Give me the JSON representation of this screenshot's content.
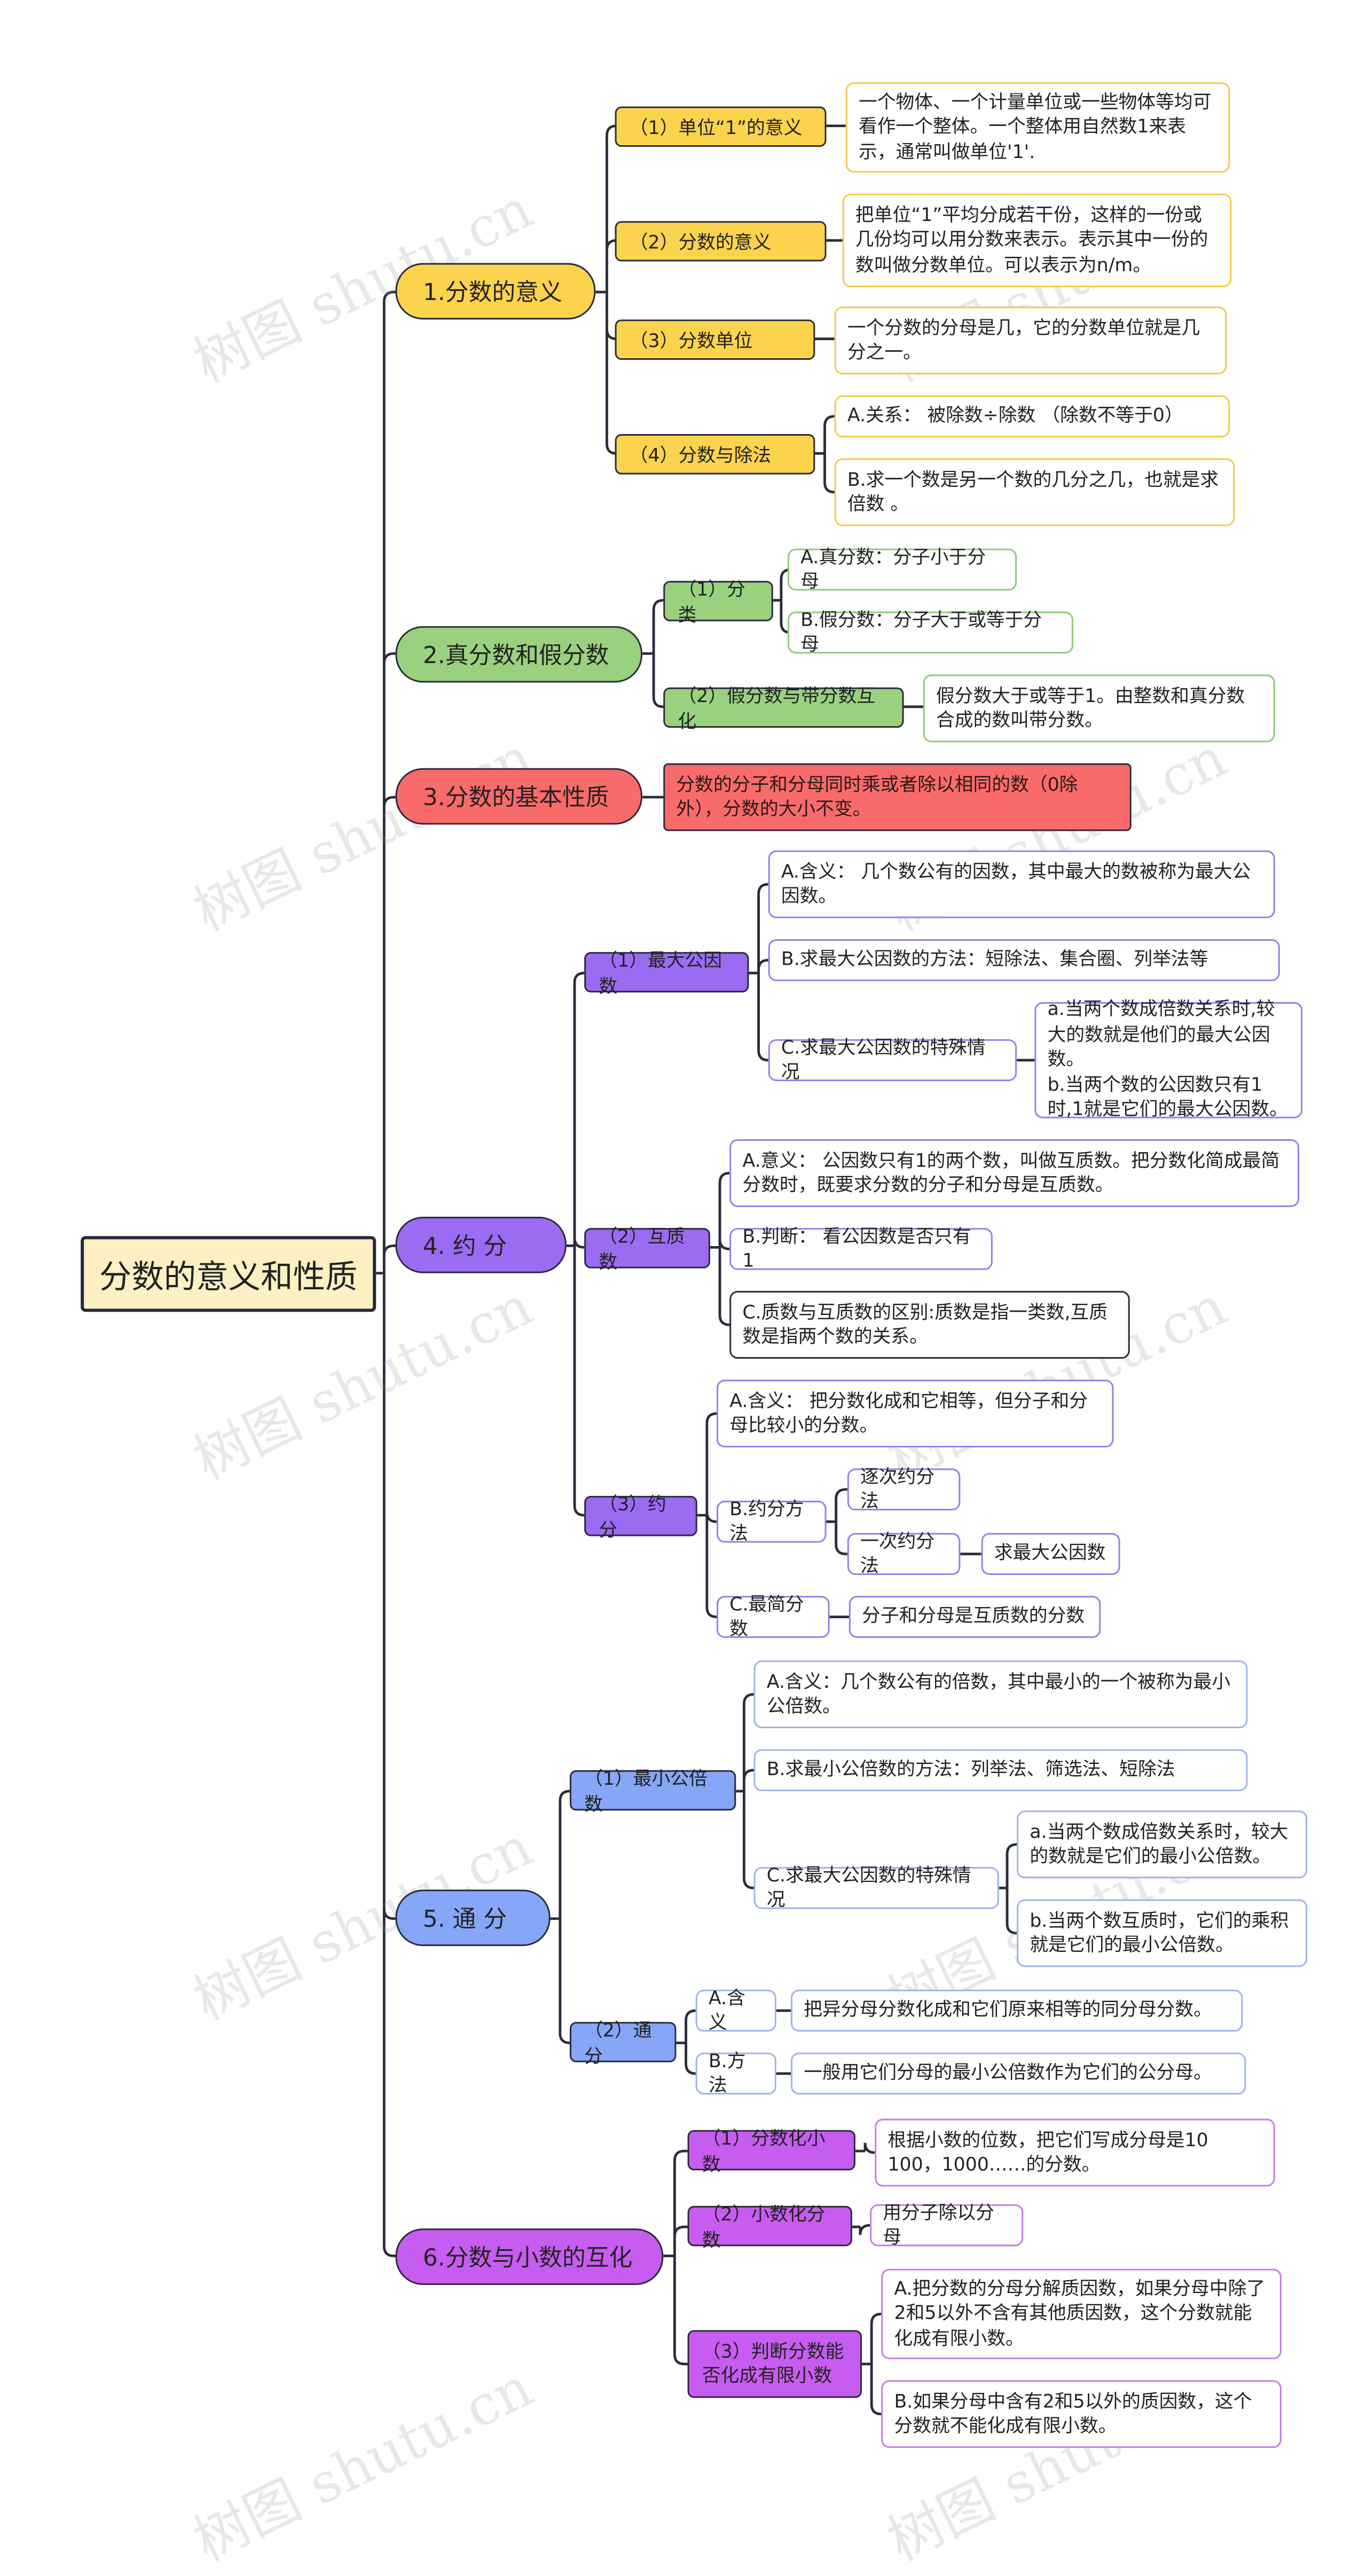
{
  "root": "分数的意义和性质",
  "branches": [
    {
      "label": "1.分数的意义",
      "subs": [
        {
          "label": "（1）单位“1”的意义",
          "leaves": [
            "一个物体、一个计量单位或一些物体等均可看作一个整体。一个整体用自然数1来表示，通常叫做单位'1'."
          ]
        },
        {
          "label": "（2）分数的意义",
          "leaves": [
            "把单位“1”平均分成若干份，这样的一份或几份均可以用分数来表示。表示其中一份的数叫做分数单位。可以表示为n/m。"
          ]
        },
        {
          "label": "（3）分数单位",
          "leaves": [
            "一个分数的分母是几，它的分数单位就是几分之一。"
          ]
        },
        {
          "label": "（4）分数与除法",
          "leaves": [
            "A.关系： 被除数÷除数 （除数不等于0）",
            "B.求一个数是另一个数的几分之几，也就是求倍数 。"
          ]
        }
      ]
    },
    {
      "label": "2.真分数和假分数",
      "subs": [
        {
          "label": "（1）分类",
          "leaves": [
            "A.真分数：分子小于分母",
            "B.假分数：分子大于或等于分母"
          ]
        },
        {
          "label": "（2）假分数与带分数互化",
          "leaves": [
            "假分数大于或等于1。由整数和真分数合成的数叫带分数。"
          ]
        }
      ]
    },
    {
      "label": "3.分数的基本性质",
      "leaves": [
        "分数的分子和分母同时乘或者除以相同的数（0除外），分数的大小不变。"
      ]
    },
    {
      "label": "4.  约  分",
      "subs": [
        {
          "label": "（1）最大公因数",
          "leaves": [
            "A.含义： 几个数公有的因数，其中最大的数被称为最大公因数。",
            "B.求最大公因数的方法：短除法、集合圈、列举法等",
            "C.求最大公因数的特殊情况"
          ],
          "special": [
            "a.当两个数成倍数关系时,较大的数就是他们的最大公因数。",
            "b.当两个数的公因数只有1时,1就是它们的最大公因数。"
          ]
        },
        {
          "label": "（2）互质数",
          "leaves": [
            "A.意义： 公因数只有1的两个数，叫做互质数。把分数化简成最简分数时，既要求分数的分子和分母是互质数。",
            "B.判断： 看公因数是否只有1",
            "C.质数与互质数的区别:质数是指一类数,互质数是指两个数的关系。"
          ]
        },
        {
          "label": "（3）约分",
          "leaves": [
            "A.含义： 把分数化成和它相等，但分子和分母比较小的分数。",
            "B.约分方法",
            "C.最简分数"
          ],
          "methods": [
            "逐次约分法",
            "一次约分法"
          ],
          "method_note": "求最大公因数",
          "simplest_note": "分子和分母是互质数的分数"
        }
      ]
    },
    {
      "label": "5.  通  分",
      "subs": [
        {
          "label": "（1）最小公倍数",
          "leaves": [
            "A.含义：几个数公有的倍数，其中最小的一个被称为最小公倍数。",
            "B.求最小公倍数的方法：列举法、筛选法、短除法",
            "C.求最大公因数的特殊情况"
          ],
          "special": [
            "a.当两个数成倍数关系时，较大的数就是它们的最小公倍数。",
            "b.当两个数互质时，它们的乘积就是它们的最小公倍数。"
          ]
        },
        {
          "label": "（2）通分",
          "leaves": [
            "A.含义",
            "B.方法"
          ],
          "notes": [
            "把异分母分数化成和它们原来相等的同分母分数。",
            "一般用它们分母的最小公倍数作为它们的公分母。"
          ]
        }
      ]
    },
    {
      "label": "6.分数与小数的互化",
      "subs": [
        {
          "label": "（1）分数化小数",
          "leaves": [
            "根据小数的位数，把它们写成分母是10 100，1000……的分数。"
          ]
        },
        {
          "label": "（2）小数化分数",
          "leaves": [
            "用分子除以分母"
          ]
        },
        {
          "label": "（3）判断分数能否化成有限小数",
          "leaves": [
            "A.把分数的分母分解质因数，如果分母中除了2和5以外不含有其他质因数，这个分数就能化成有限小数。",
            "B.如果分母中含有2和5以外的质因数，这个分数就不能化成有限小数。"
          ]
        }
      ]
    }
  ],
  "watermark": "树图 shutu.cn",
  "colors": {
    "line": "#2b2b3d",
    "yellow": "#fcd34d",
    "green": "#99d17f",
    "red": "#f96a6b",
    "purple": "#9b6bf2",
    "blue": "#86a6f7",
    "magenta": "#c75cf0"
  }
}
